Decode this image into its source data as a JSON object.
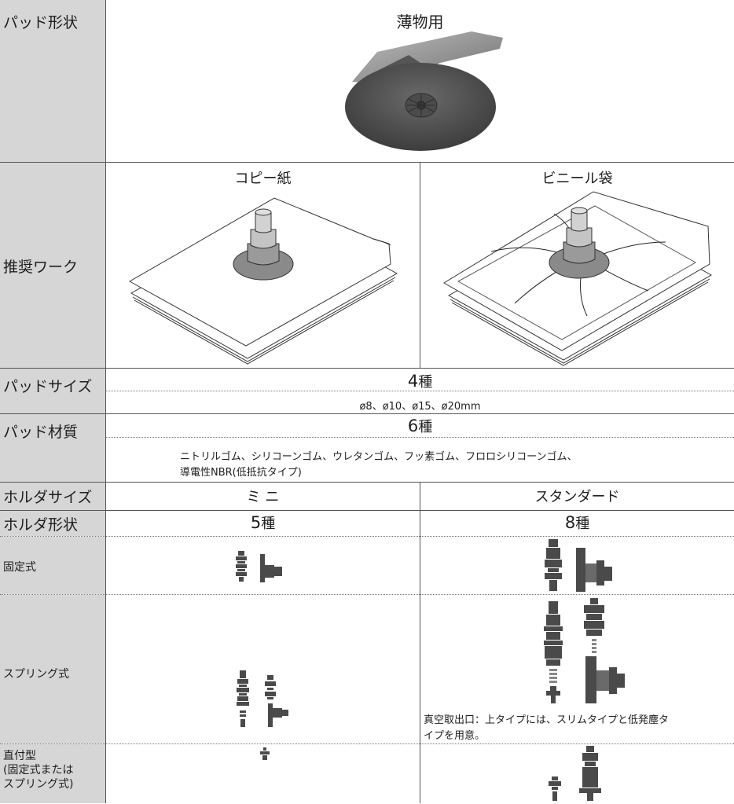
{
  "header": {
    "title": "薄物用",
    "row_label": "パッド形状"
  },
  "recommended": {
    "label": "推奨ワーク",
    "left_title": "コピー紙",
    "right_title": "ビニール袋"
  },
  "pad_size": {
    "label": "パッドサイズ",
    "count_num": "4",
    "count_unit": "種",
    "list": "ø8、ø10、ø15、ø20mm"
  },
  "pad_material": {
    "label": "パッド材質",
    "count_num": "6",
    "count_unit": "種",
    "list_line1": "ニトリルゴム、シリコーンゴム、ウレタンゴム、フッ素ゴム、フロロシリコーンゴム、",
    "list_line2": "導電性NBR(低抵抗タイプ)"
  },
  "holder_size": {
    "label": "ホルダサイズ",
    "mini": "ミ ニ",
    "standard": "スタンダード"
  },
  "holder_shape": {
    "label": "ホルダ形状",
    "mini_num": "5",
    "standard_num": "8",
    "unit": "種"
  },
  "fixed": {
    "label": "固定式"
  },
  "spring": {
    "label": "スプリング式",
    "note_line1": "真空取出口：上タイプには、スリムタイプと低発塵タ",
    "note_line2": "イプを用意。"
  },
  "direct": {
    "label_line1": "直付型",
    "label_line2": "(固定式または",
    "label_line3": "スプリング式)"
  },
  "colors": {
    "label_bg": "#d6d6d6",
    "rule": "#555555",
    "part": "#4a4a4a",
    "pad": "#7a7a7a"
  }
}
